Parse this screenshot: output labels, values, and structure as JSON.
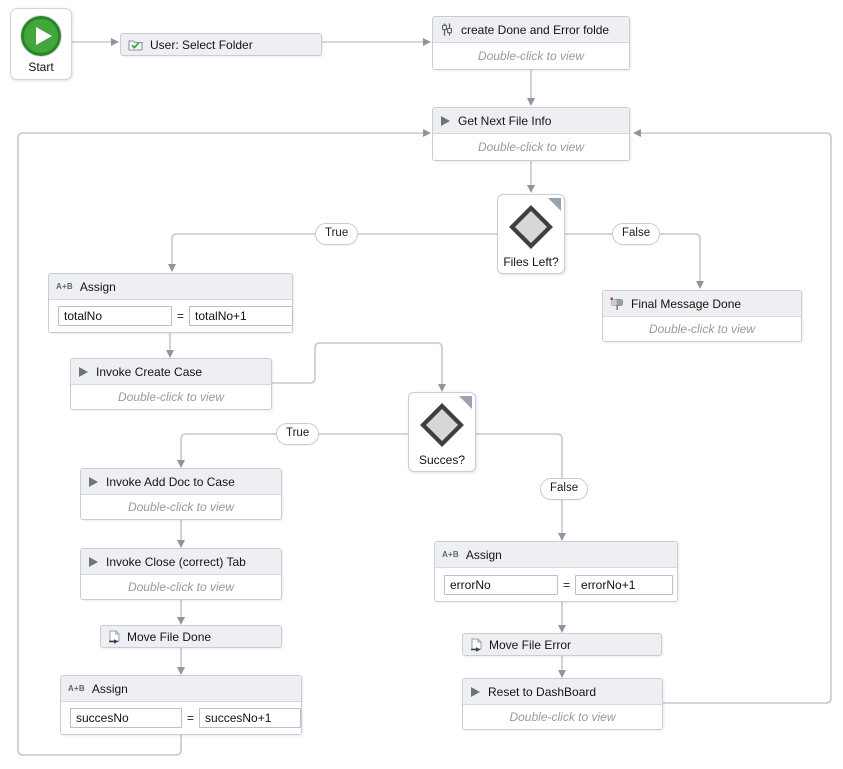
{
  "colors": {
    "connector_line": "#c3c9d3",
    "arrowhead": "#8f969f",
    "activity_header_bg": "#edeff2",
    "activity_border": "#c9ced6",
    "hint_text": "#9a9a9a",
    "start_green": "#41a73d",
    "mailbox_flag_red": "#c0392b",
    "diamond_fill": "#d6d7d8",
    "diamond_stroke": "#3e3f41"
  },
  "icons": {
    "assign_label": "A+B"
  },
  "nodes": {
    "start": {
      "label": "Start"
    },
    "user_select_folder": {
      "label": "User: Select Folder"
    },
    "create_folders": {
      "label": "create Done and Error folde",
      "hint": "Double-click to view"
    },
    "get_next_file_info": {
      "label": "Get Next File Info",
      "hint": "Double-click to view"
    },
    "files_left": {
      "label": "Files Left?"
    },
    "assign_total": {
      "label": "Assign",
      "left_value": "totalNo",
      "operator": "=",
      "right_value": "totalNo+1"
    },
    "invoke_create_case": {
      "label": "Invoke Create Case",
      "hint": "Double-click to view"
    },
    "succes": {
      "label": "Succes?"
    },
    "invoke_add_doc": {
      "label": "Invoke Add Doc to Case",
      "hint": "Double-click to view"
    },
    "invoke_close_tab": {
      "label": "Invoke Close (correct) Tab",
      "hint": "Double-click to view"
    },
    "move_file_done": {
      "label": "Move File Done"
    },
    "assign_succes": {
      "label": "Assign",
      "left_value": "succesNo",
      "operator": "=",
      "right_value": "succesNo+1"
    },
    "final_message_done": {
      "label": "Final Message Done",
      "hint": "Double-click to view"
    },
    "assign_error": {
      "label": "Assign",
      "left_value": "errorNo",
      "operator": "=",
      "right_value": "errorNo+1"
    },
    "move_file_error": {
      "label": "Move File Error"
    },
    "reset_dashboard": {
      "label": "Reset to DashBoard",
      "hint": "Double-click to view"
    }
  },
  "branch_labels": {
    "files_left_true": "True",
    "files_left_false": "False",
    "succes_true": "True",
    "succes_false": "False"
  }
}
